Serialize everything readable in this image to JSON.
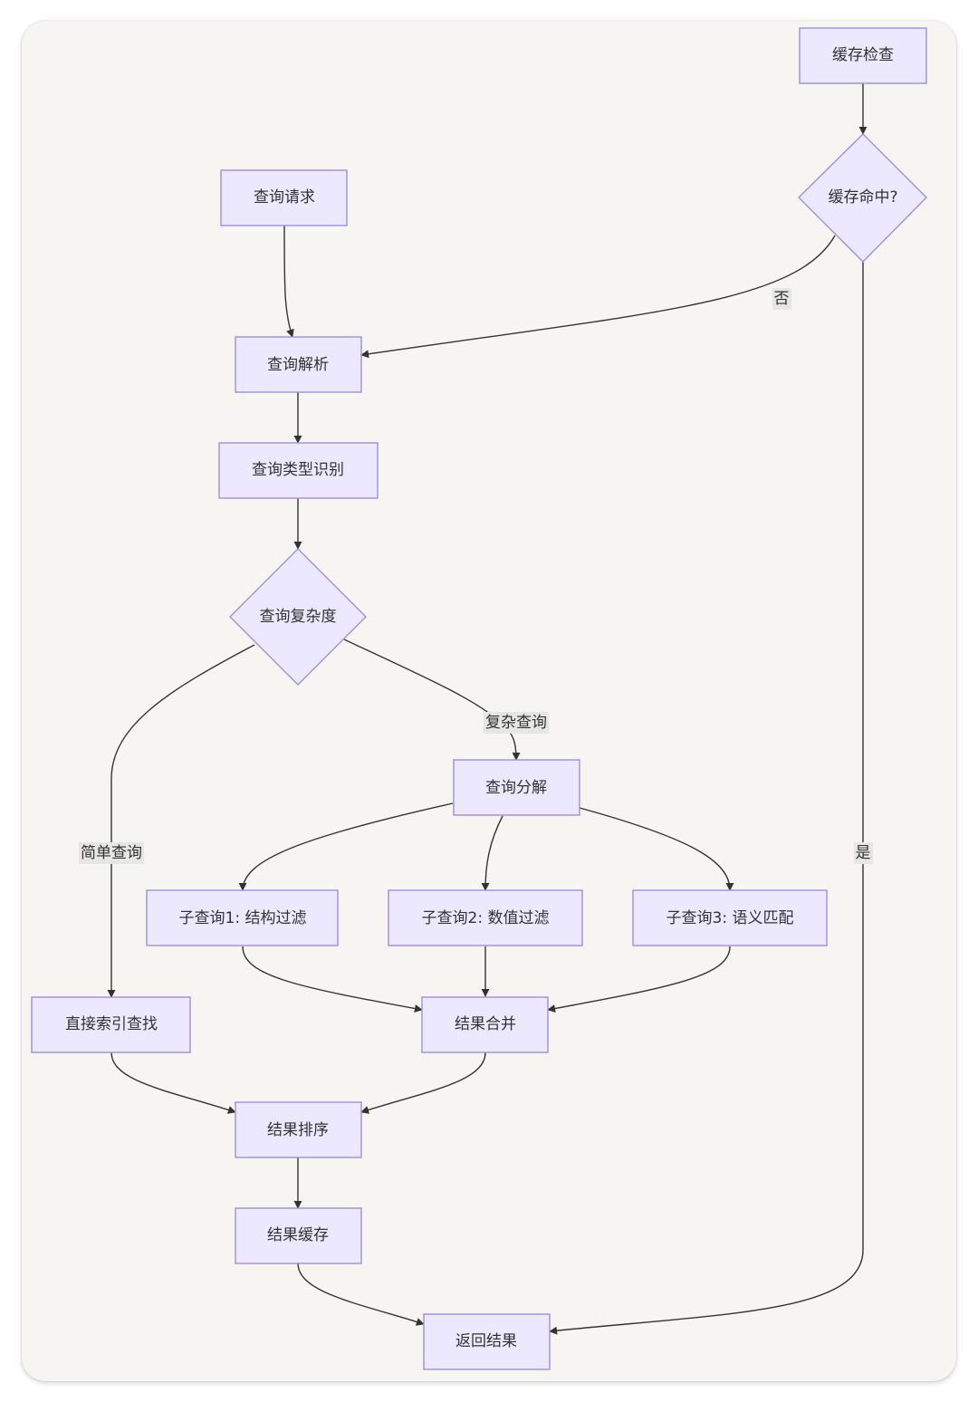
{
  "nodes": {
    "cache_check": "缓存检查",
    "cache_hit": "缓存命中?",
    "query_request": "查询请求",
    "query_parse": "查询解析",
    "query_type": "查询类型识别",
    "query_complexity": "查询复杂度",
    "query_decompose": "查询分解",
    "subquery_1": "子查询1: 结构过滤",
    "subquery_2": "子查询2: 数值过滤",
    "subquery_3": "子查询3: 语义匹配",
    "direct_index": "直接索引查找",
    "result_merge": "结果合并",
    "result_sort": "结果排序",
    "result_cache": "结果缓存",
    "return_result": "返回结果"
  },
  "edge_labels": {
    "no": "否",
    "yes": "是",
    "complex": "复杂查询",
    "simple": "简单查询"
  },
  "colors": {
    "node_fill": "#ece8fd",
    "node_stroke": "#9e8fe0",
    "edge": "#333333",
    "background": "#f6f5f2"
  }
}
